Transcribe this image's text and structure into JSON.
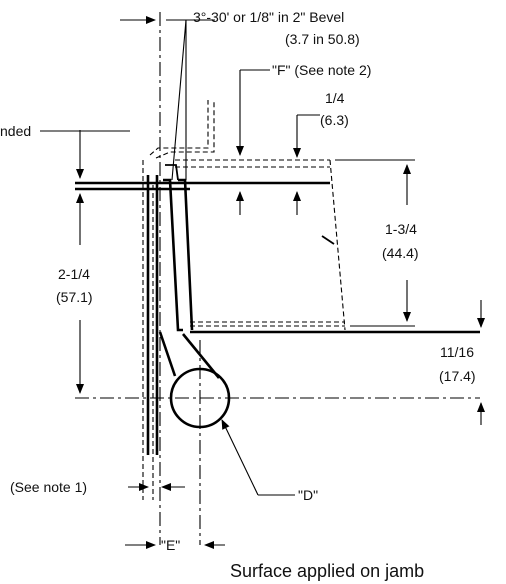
{
  "labels": {
    "bevel_line1": "3°-30' or 1/8\" in 2\" Bevel",
    "bevel_line2": "(3.7 in 50.8)",
    "f_note": "\"F\" (See note 2)",
    "quarter_in": "1/4",
    "quarter_mm": "(6.3)",
    "left_cut": "nded",
    "dim_left_in": "2-1/4",
    "dim_left_mm": "(57.1)",
    "dim_right_in": "1-3/4",
    "dim_right_mm": "(44.4)",
    "dim_low_in": "11/16",
    "dim_low_mm": "(17.4)",
    "note1": "(See note 1)",
    "d_label": "\"D\"",
    "e_label": "\"E\"",
    "caption": "Surface applied on jamb"
  },
  "colors": {
    "ink": "#000000",
    "paper": "#ffffff"
  }
}
